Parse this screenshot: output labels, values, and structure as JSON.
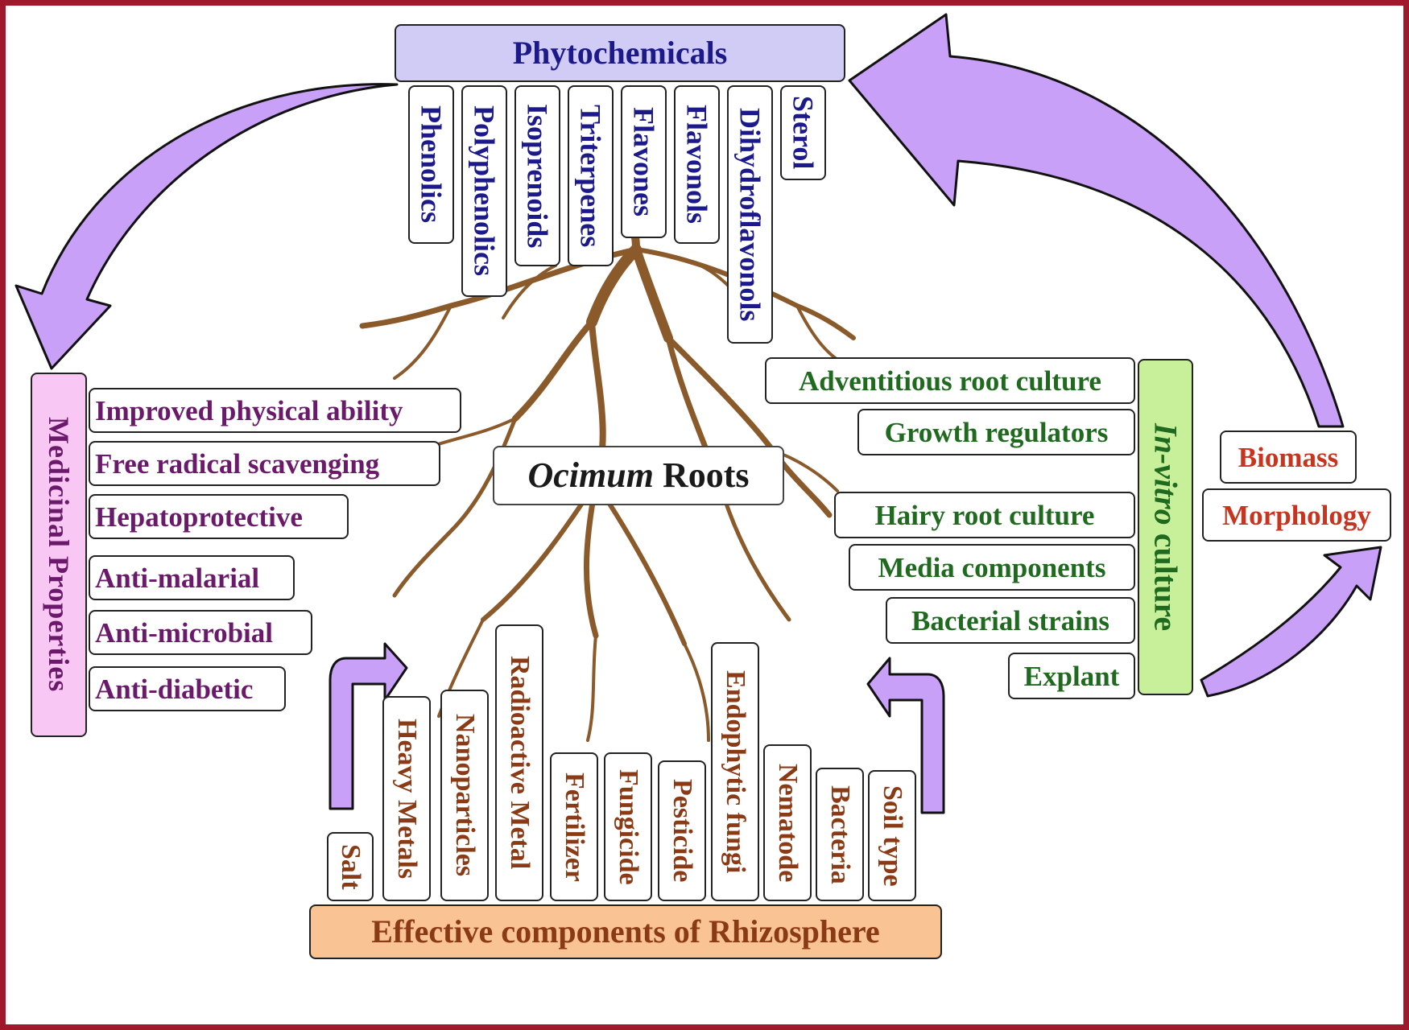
{
  "center_label": {
    "italic": "Ocimum",
    "rest": " Roots"
  },
  "phytochemicals": {
    "title": "Phytochemicals",
    "items": [
      "Phenolics",
      "Polyphenolics",
      "Isoprenoids",
      "Triterpenes",
      "Flavones",
      "Flavonols",
      "Dihydroflavonols",
      "Sterol"
    ]
  },
  "medicinal": {
    "title": "Medicinal Properties",
    "items": [
      "Improved physical ability",
      "Free radical scavenging",
      "Hepatoprotective",
      "Anti-malarial",
      "Anti-microbial",
      "Anti-diabetic"
    ]
  },
  "invitro": {
    "title_italic": "In-vitro",
    "title_rest": " culture",
    "items": [
      "Adventitious root culture",
      "Growth regulators",
      "Hairy root culture",
      "Media components",
      "Bacterial strains",
      "Explant"
    ]
  },
  "outputs": {
    "items": [
      "Biomass",
      "Morphology"
    ]
  },
  "rhizosphere": {
    "title": "Effective components of Rhizosphere",
    "items": [
      "Salt",
      "Heavy Metals",
      "Nanoparticles",
      "Radioactive Metal",
      "Fertilizer",
      "Fungicide",
      "Pesticide",
      "Endophytic fungi",
      "Nematode",
      "Bacteria",
      "Soil type"
    ]
  },
  "colors": {
    "frame": "#a0182c",
    "arrow_fill": "#c9a0f7",
    "root": "#8b5a2b",
    "phyto_text": "#1c1a8a",
    "medicinal_text": "#6b1a6b",
    "invitro_text": "#1f6a1f",
    "rhizo_text": "#8a3a14",
    "output_text": "#c8341e"
  }
}
